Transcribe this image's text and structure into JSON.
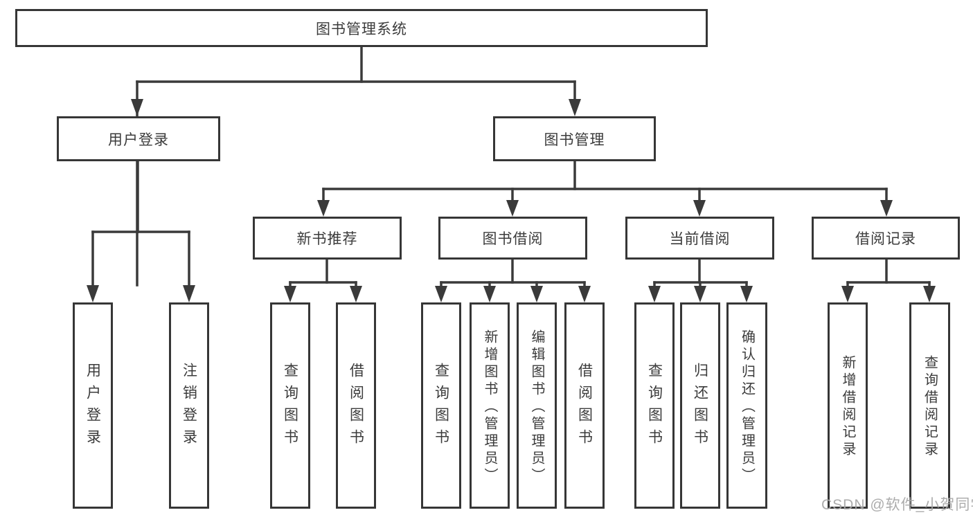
{
  "diagram": {
    "title_node": {
      "label": "图书管理系统"
    },
    "level2": [
      {
        "id": "user_login",
        "label": "用户登录"
      },
      {
        "id": "book_management",
        "label": "图书管理"
      }
    ],
    "level3": [
      {
        "id": "new_book",
        "label": "新书推荐"
      },
      {
        "id": "book_borrow",
        "label": "图书借阅"
      },
      {
        "id": "current_borrow",
        "label": "当前借阅"
      },
      {
        "id": "borrow_records",
        "label": "借阅记录"
      }
    ],
    "leaves": {
      "user_login": [
        {
          "label": "用户登录"
        },
        {
          "label": "注销登录"
        }
      ],
      "new_book": [
        {
          "label": "查询图书"
        },
        {
          "label": "借阅图书"
        }
      ],
      "book_borrow": [
        {
          "label": "查询图书"
        },
        {
          "label": "新增图书（管理员）"
        },
        {
          "label": "编辑图书（管理员）"
        },
        {
          "label": "借阅图书"
        }
      ],
      "current_borrow": [
        {
          "label": "查询图书"
        },
        {
          "label": "归还图书"
        },
        {
          "label": "确认归还（管理员）"
        }
      ],
      "borrow_records": [
        {
          "label": "新增借阅记录"
        },
        {
          "label": "查询借阅记录"
        }
      ]
    }
  },
  "watermark": {
    "text": "CSDN @软件_小贺同学"
  },
  "colors": {
    "line": "#3a3a3a",
    "border": "#363636",
    "text": "#3b3b3b",
    "background": "#ffffff",
    "watermark": "#a8a8a8"
  }
}
